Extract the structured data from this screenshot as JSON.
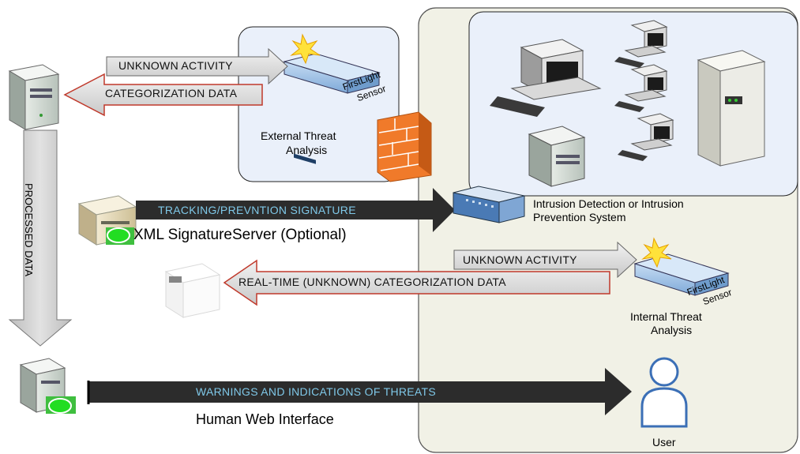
{
  "external": {
    "arrow_in_label": "UNKNOWN ACTIVITY",
    "arrow_out_label": "CATEGORIZATION DATA",
    "sensor_brand": "FirstLight",
    "sensor_word": "Sensor",
    "panel_label_line1": "External Threat",
    "panel_label_line2": "Analysis"
  },
  "processed_label": "PROCESSED DATA",
  "signature": {
    "arrow_label": "TRACKING/PREVNTION SIGNATURE",
    "server_label": "XML SignatureServer (Optional)"
  },
  "ids": {
    "label_line1": "Intrusion Detection or Intrusion",
    "label_line2": "Prevention System"
  },
  "internal": {
    "arrow_in_label": "UNKNOWN ACTIVITY",
    "arrow_out_label": "REAL-TIME (UNKNOWN) CATEGORIZATION DATA",
    "sensor_brand": "FirstLight",
    "sensor_word": "Sensor",
    "label_line1": "Internal Threat",
    "label_line2": "Analysis"
  },
  "warnings": {
    "arrow_label": "WARNINGS AND INDICATIONS OF THREATS",
    "web_label": "Human Web Interface"
  },
  "user_label": "User",
  "colors": {
    "network_bg": "#f1f1e6",
    "panel_bg": "#eaf0fa",
    "dark_arrow": "#2c2c2c",
    "arrow_text_light": "#7fc8e8",
    "gray_arrow": "#d9d9d9",
    "red_edge": "#c0392b",
    "firewall": "#f07a2a",
    "user_blue": "#3b6fb6"
  }
}
